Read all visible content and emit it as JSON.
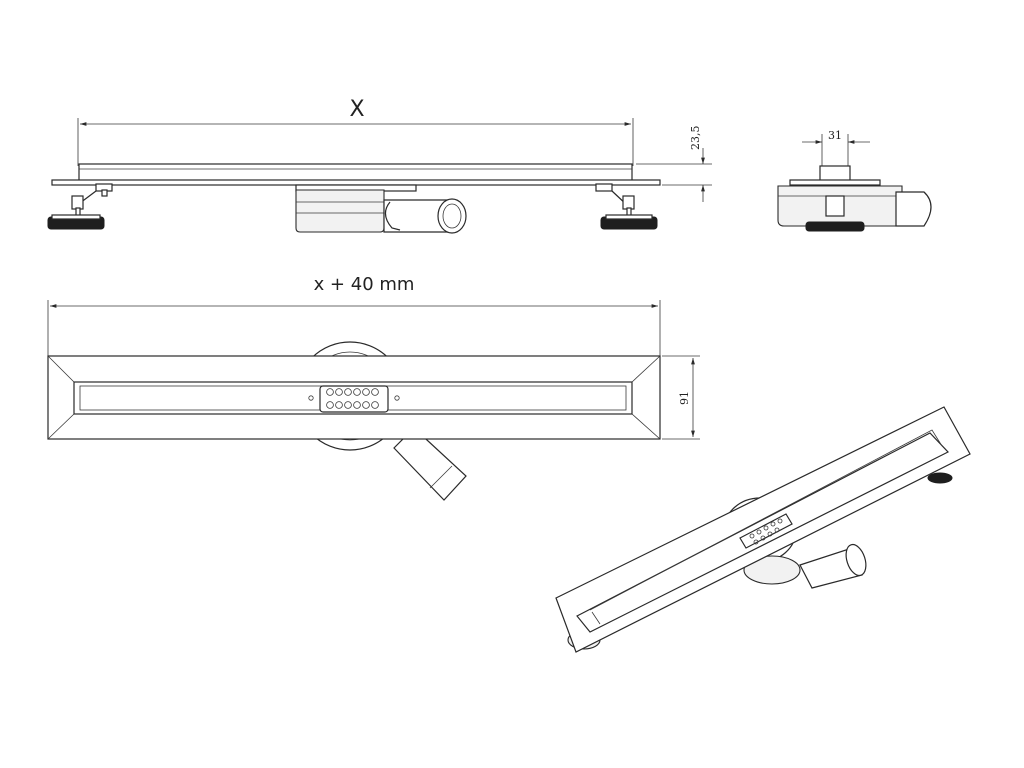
{
  "dimensions": {
    "length_label": "X",
    "total_length_label": "x + 40 mm",
    "height_label": "23,5",
    "width_label": "91",
    "outlet_width_label": "31"
  }
}
